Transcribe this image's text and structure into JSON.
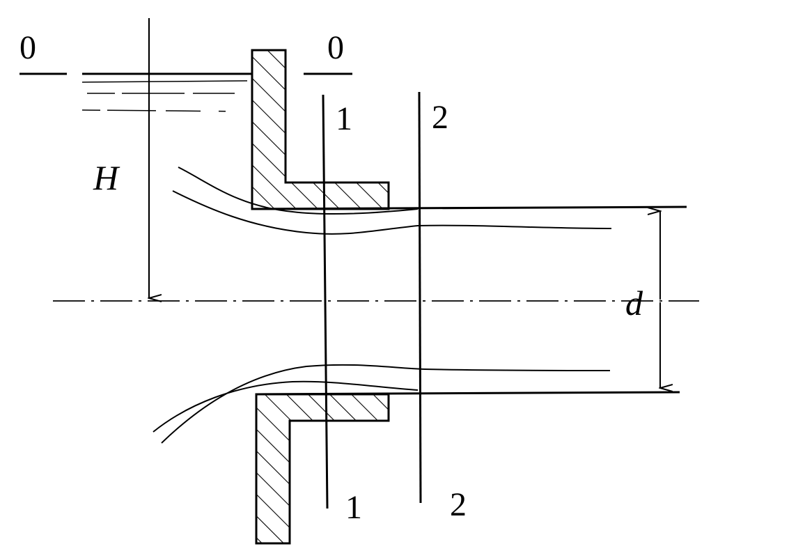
{
  "diagram": {
    "colors": {
      "ink": "#000000",
      "paper": "#ffffff"
    },
    "labels": {
      "plane0_left": "0",
      "plane0_right": "0",
      "section1_top": "1",
      "section2_top": "2",
      "section1_bottom": "1",
      "section2_bottom": "2",
      "head": "H",
      "diameter": "d"
    }
  }
}
